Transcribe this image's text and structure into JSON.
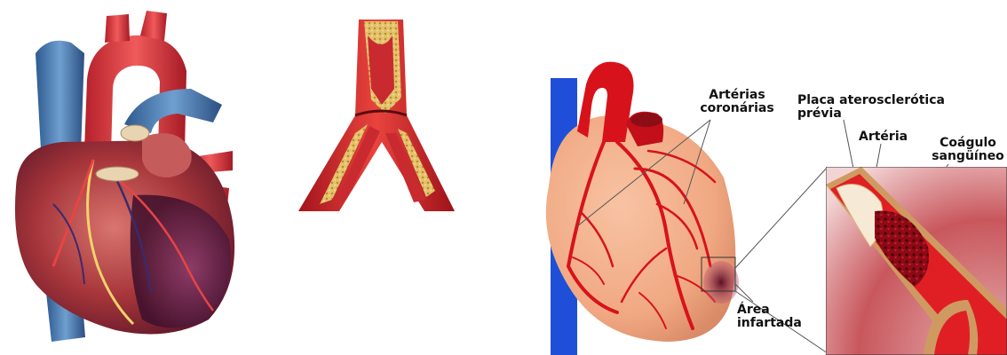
{
  "colors": {
    "artery_red": "#d8121b",
    "dark_red": "#8c0d16",
    "vein_blue": "#1f4fd8",
    "heart_skin": "#f4b28e",
    "plaque_yellow": "#e9c66a",
    "infarct_purple": "#6e1b34"
  },
  "icons": {
    "realistic_heart": "anatomical-heart-illustration",
    "artery_fork": "plaque-clogged-artery-bifurcation",
    "diagram_heart": "schematic-heart-with-coronary-arteries",
    "zoom_inset": "artery-cross-section-with-clot"
  },
  "labels": {
    "coronary_arteries": "Artérias\ncoronárias",
    "previous_plaque": "Placa aterosclerótica\nprévia",
    "artery": "Artéria",
    "clot": "Coágulo\nsangüíneo",
    "infarcted_area": "Área\ninfartada"
  }
}
